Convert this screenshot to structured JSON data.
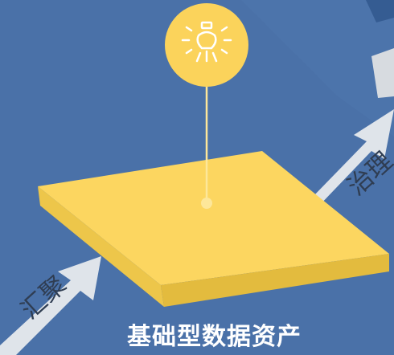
{
  "diagram": {
    "title": "基础型数据资产",
    "flow_in_label": "汇聚",
    "flow_out_label": "治理",
    "icons": {
      "top": "lightbulb-icon"
    },
    "colors": {
      "background": "#4a71a8",
      "platform_top": "#fcd660",
      "platform_side": "#e9c244",
      "arrow": "#dfe4ea",
      "icon_circle": "#fbd35b"
    }
  }
}
